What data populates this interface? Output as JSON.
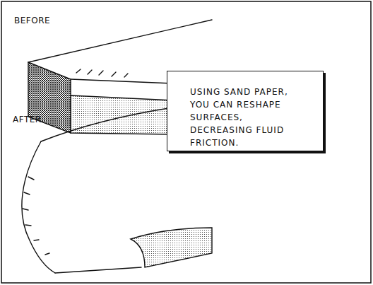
{
  "diagram": {
    "nodes": [
      {
        "text": [
          "USING SAND PAPER, YOU CAN RESHAPE SURFACES, DECREASING FLUID FRICTION."
        ]
      }
    ],
    "labels": [
      "BEFORE",
      "AFTER"
    ]
  }
}
